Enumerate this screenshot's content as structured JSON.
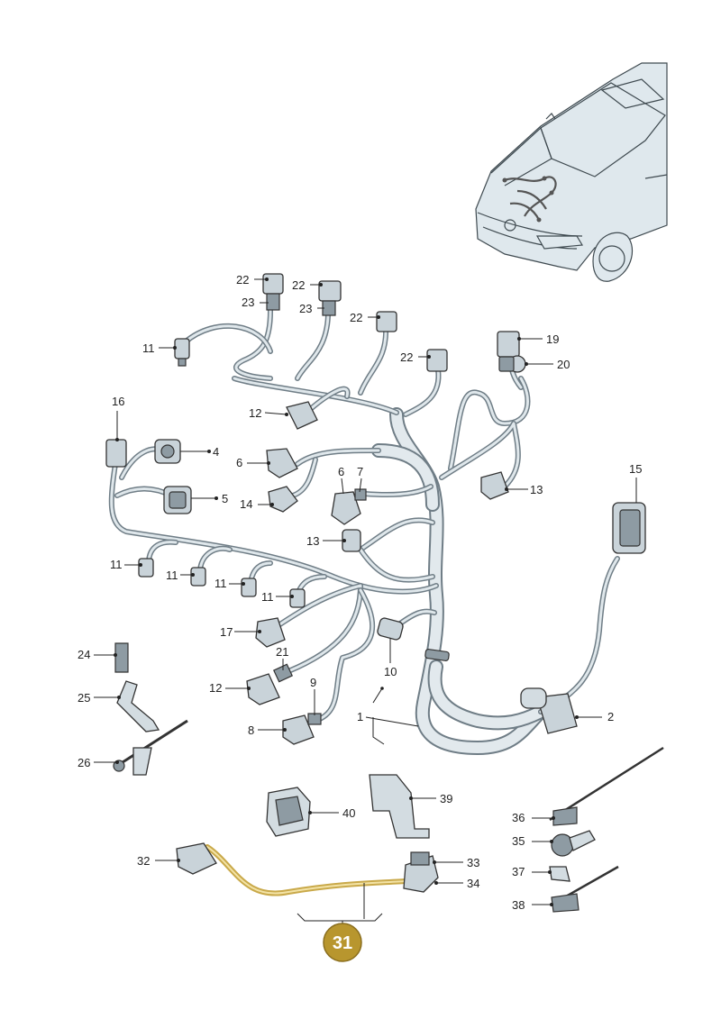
{
  "callouts": {
    "c1": "1",
    "c2": "2",
    "c4": "4",
    "c5": "5",
    "c6a": "6",
    "c6b": "6",
    "c7": "7",
    "c8": "8",
    "c9": "9",
    "c10": "10",
    "c11a": "11",
    "c11b": "11",
    "c11c": "11",
    "c11d": "11",
    "c11e": "11",
    "c12a": "12",
    "c12b": "12",
    "c13a": "13",
    "c13b": "13",
    "c14": "14",
    "c15": "15",
    "c16": "16",
    "c17": "17",
    "c19": "19",
    "c20": "20",
    "c21": "21",
    "c22a": "22",
    "c22b": "22",
    "c22c": "22",
    "c22d": "22",
    "c23a": "23",
    "c23b": "23",
    "c24": "24",
    "c25": "25",
    "c26": "26",
    "c32": "32",
    "c33": "33",
    "c34": "34",
    "c35": "35",
    "c36": "36",
    "c37": "37",
    "c38": "38",
    "c39": "39",
    "c40": "40"
  },
  "badge": {
    "label": "31"
  },
  "colors": {
    "badge_fill": "#b8962e",
    "highlight_cable": "#c9a94a",
    "harness": "#6f7d86"
  },
  "icons": {
    "vehicle": "car-front-icon",
    "connector": "plug-connector-icon"
  }
}
